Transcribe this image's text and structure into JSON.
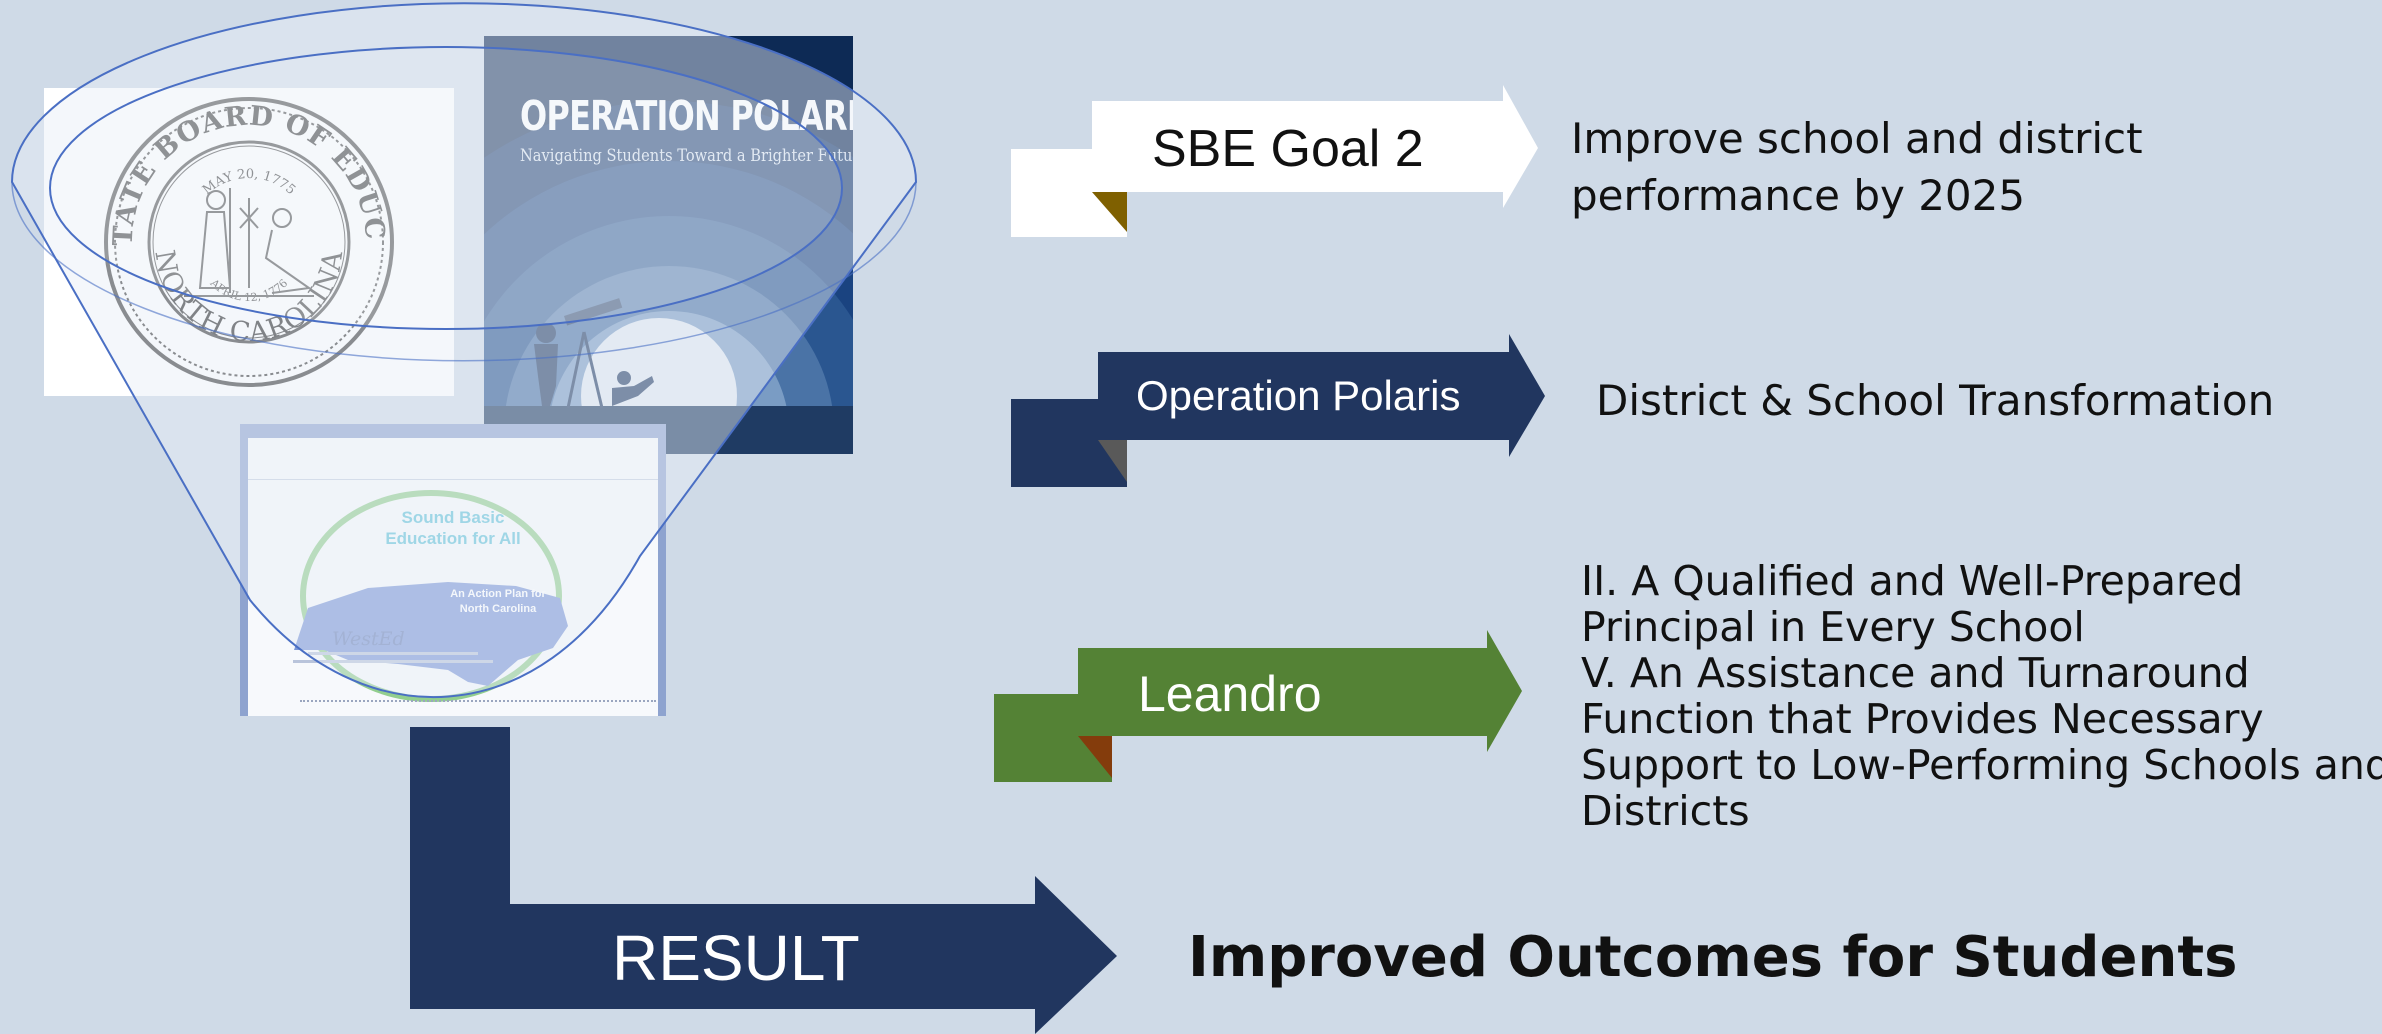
{
  "colors": {
    "background": "#cfdae7",
    "navy": "#21365f",
    "green": "#548235",
    "goal_accent": "#7f6000",
    "polaris_accent": "#595959",
    "leandro_accent": "#843c0c"
  },
  "images": {
    "seal": {
      "icon": "state-board-seal-icon",
      "top_text": "THE STATE BOARD OF EDUCATION",
      "date_top": "MAY 20, 1775",
      "date_bottom": "APRIL 12, 1776",
      "bottom_text": "NORTH CAROLINA"
    },
    "polaris_cover": {
      "title": "OPERATION POLARIS",
      "subtitle": "Navigating Students Toward a Brighter Future"
    },
    "leandro_cover": {
      "title_line1": "Sound Basic",
      "title_line2": "Education for All",
      "map_line1": "An Action Plan for",
      "map_line2": "North Carolina",
      "logo": "WestEd"
    }
  },
  "rows": [
    {
      "label": "SBE Goal 2",
      "description": [
        "Improve school and district",
        "performance by 2025"
      ]
    },
    {
      "label": "Operation Polaris",
      "description": [
        "District & School Transformation"
      ]
    },
    {
      "label": "Leandro",
      "description": [
        "II. A Qualified and Well-Prepared",
        "Principal in Every School",
        "V. An Assistance and Turnaround",
        "Function that Provides Necessary",
        "Support to Low-Performing Schools and",
        "Districts"
      ]
    }
  ],
  "result": {
    "label": "RESULT",
    "outcome": "Improved Outcomes for Students"
  }
}
